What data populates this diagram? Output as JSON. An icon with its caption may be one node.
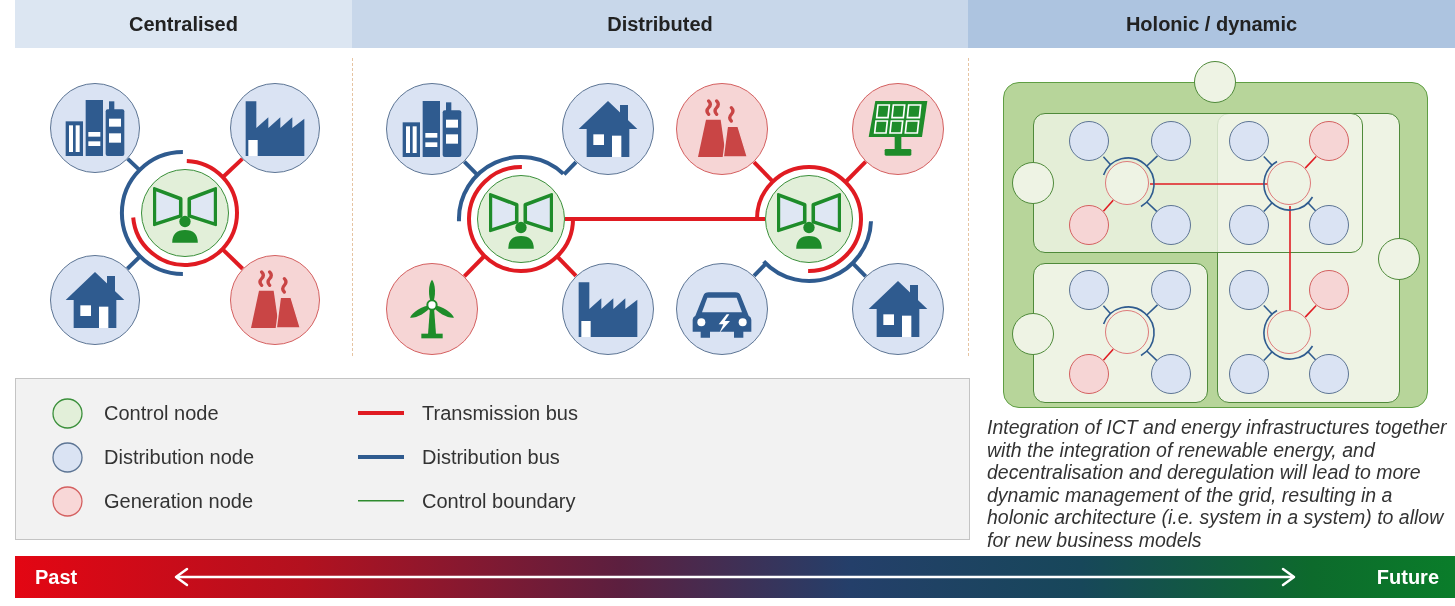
{
  "diagram": {
    "nodes": [
      {
        "text": [
          "Centralised"
        ]
      },
      {
        "text": [
          "Distributed"
        ]
      },
      {
        "text": [
          "Holonic / dynamic"
        ]
      },
      {
        "text": [],
        "shape": "circle"
      },
      {
        "text": [],
        "shape": "circle"
      },
      {
        "text": [],
        "shape": "circle"
      },
      {
        "text": [],
        "shape": "circle"
      },
      {
        "text": [],
        "shape": "circle"
      },
      {
        "text": [],
        "shape": "circle"
      },
      {
        "text": [],
        "shape": "circle"
      },
      {
        "text": [],
        "shape": "circle"
      },
      {
        "text": [],
        "shape": "circle"
      },
      {
        "text": [],
        "shape": "circle"
      },
      {
        "text": [],
        "shape": "circle"
      },
      {
        "text": [],
        "shape": "circle"
      },
      {
        "text": [],
        "shape": "circle"
      },
      {
        "text": [],
        "shape": "circle"
      },
      {
        "text": [],
        "shape": "circle"
      },
      {
        "text": [],
        "shape": "circle"
      },
      {
        "text": [],
        "shape": "box"
      },
      {
        "text": [],
        "shape": "box",
        "in": 19
      },
      {
        "text": [],
        "shape": "box",
        "in": 19
      },
      {
        "text": [],
        "shape": "box",
        "in": 19
      },
      {
        "text": [],
        "shape": "circle",
        "in": 19
      },
      {
        "text": [],
        "shape": "circle",
        "in": 19
      },
      {
        "text": [],
        "shape": "circle",
        "in": 19
      },
      {
        "text": [],
        "shape": "circle",
        "in": 20
      },
      {
        "text": [],
        "shape": "circle",
        "in": 20
      },
      {
        "text": [],
        "shape": "circle",
        "in": 20
      },
      {
        "text": [],
        "shape": "circle",
        "in": 20
      },
      {
        "text": [],
        "shape": "circle",
        "in": 20
      },
      {
        "text": [],
        "shape": "circle"
      },
      {
        "text": [],
        "shape": "circle"
      },
      {
        "text": [],
        "shape": "circle"
      },
      {
        "text": [],
        "shape": "circle"
      },
      {
        "text": [],
        "shape": "circle"
      },
      {
        "text": [],
        "shape": "circle",
        "in": 22
      },
      {
        "text": [],
        "shape": "circle",
        "in": 22
      },
      {
        "text": [],
        "shape": "circle",
        "in": 22
      },
      {
        "text": [],
        "shape": "circle",
        "in": 22
      },
      {
        "text": [],
        "shape": "circle",
        "in": 22
      },
      {
        "text": [],
        "shape": "circle",
        "in": 21
      },
      {
        "text": [],
        "shape": "circle",
        "in": 21
      },
      {
        "text": [],
        "shape": "circle",
        "in": 21
      },
      {
        "text": [],
        "shape": "circle",
        "in": 21
      },
      {
        "text": [],
        "shape": "circle",
        "in": 21
      },
      {
        "text": [
          "Past",
          "Future"
        ]
      }
    ],
    "edges": [
      {
        "from": 5,
        "to": 3,
        "arrow": "none",
        "style": "thick"
      },
      {
        "from": 5,
        "to": 4,
        "arrow": "none",
        "style": "thick",
        "color": "#e01b22"
      },
      {
        "from": 5,
        "to": 6,
        "arrow": "none",
        "style": "thick"
      },
      {
        "from": 5,
        "to": 7,
        "arrow": "none",
        "style": "thick",
        "color": "#e01b22"
      },
      {
        "from": 12,
        "to": 8,
        "arrow": "none",
        "style": "thick"
      },
      {
        "from": 12,
        "to": 9,
        "arrow": "none",
        "style": "thick"
      },
      {
        "from": 12,
        "to": 14,
        "arrow": "none",
        "style": "thick",
        "color": "#e01b22"
      },
      {
        "from": 12,
        "to": 15,
        "arrow": "none",
        "style": "thick",
        "color": "#e01b22"
      },
      {
        "from": 12,
        "to": 13,
        "arrow": "none",
        "style": "thick",
        "color": "#e01b22"
      },
      {
        "from": 13,
        "to": 10,
        "arrow": "none",
        "style": "thick",
        "color": "#e01b22"
      },
      {
        "from": 13,
        "to": 11,
        "arrow": "none",
        "style": "thick",
        "color": "#e01b22"
      },
      {
        "from": 13,
        "to": 16,
        "arrow": "none",
        "style": "thick"
      },
      {
        "from": 13,
        "to": 17,
        "arrow": "none",
        "style": "thick"
      },
      {
        "from": 28,
        "to": 26,
        "arrow": "none"
      },
      {
        "from": 28,
        "to": 27,
        "arrow": "none"
      },
      {
        "from": 28,
        "to": 29,
        "arrow": "none",
        "color": "#e01b22"
      },
      {
        "from": 28,
        "to": 30,
        "arrow": "none"
      },
      {
        "from": 28,
        "to": 33,
        "arrow": "none",
        "color": "#e01b22"
      },
      {
        "from": 33,
        "to": 31,
        "arrow": "none"
      },
      {
        "from": 33,
        "to": 32,
        "arrow": "none",
        "color": "#e01b22"
      },
      {
        "from": 33,
        "to": 34,
        "arrow": "none"
      },
      {
        "from": 33,
        "to": 35,
        "arrow": "none"
      },
      {
        "from": 33,
        "to": 43,
        "arrow": "none",
        "color": "#e01b22"
      },
      {
        "from": 38,
        "to": 36,
        "arrow": "none"
      },
      {
        "from": 38,
        "to": 37,
        "arrow": "none"
      },
      {
        "from": 38,
        "to": 39,
        "arrow": "none",
        "color": "#e01b22"
      },
      {
        "from": 38,
        "to": 40,
        "arrow": "none"
      },
      {
        "from": 43,
        "to": 41,
        "arrow": "none"
      },
      {
        "from": 43,
        "to": 42,
        "arrow": "none",
        "color": "#e01b22"
      },
      {
        "from": 43,
        "to": 44,
        "arrow": "none"
      },
      {
        "from": 43,
        "to": 45,
        "arrow": "none"
      }
    ],
    "labels": [
      "Integration of ICT and energy infrastructures together with the integration of renewable energy, and decentralisation and deregulation will lead to more dynamic management of the grid, resulting in a holonic architecture (i.e. system in a system) to allow for new business models"
    ],
    "legend": [
      {
        "text": "Control node",
        "color": "#e2efd9"
      },
      {
        "text": "Distribution node",
        "color": "#dae3f3"
      },
      {
        "text": "Generation node",
        "color": "#f8d7d7"
      },
      {
        "text": "Transmission bus"
      },
      {
        "text": "Distribution bus"
      },
      {
        "text": "Control boundary"
      }
    ]
  }
}
